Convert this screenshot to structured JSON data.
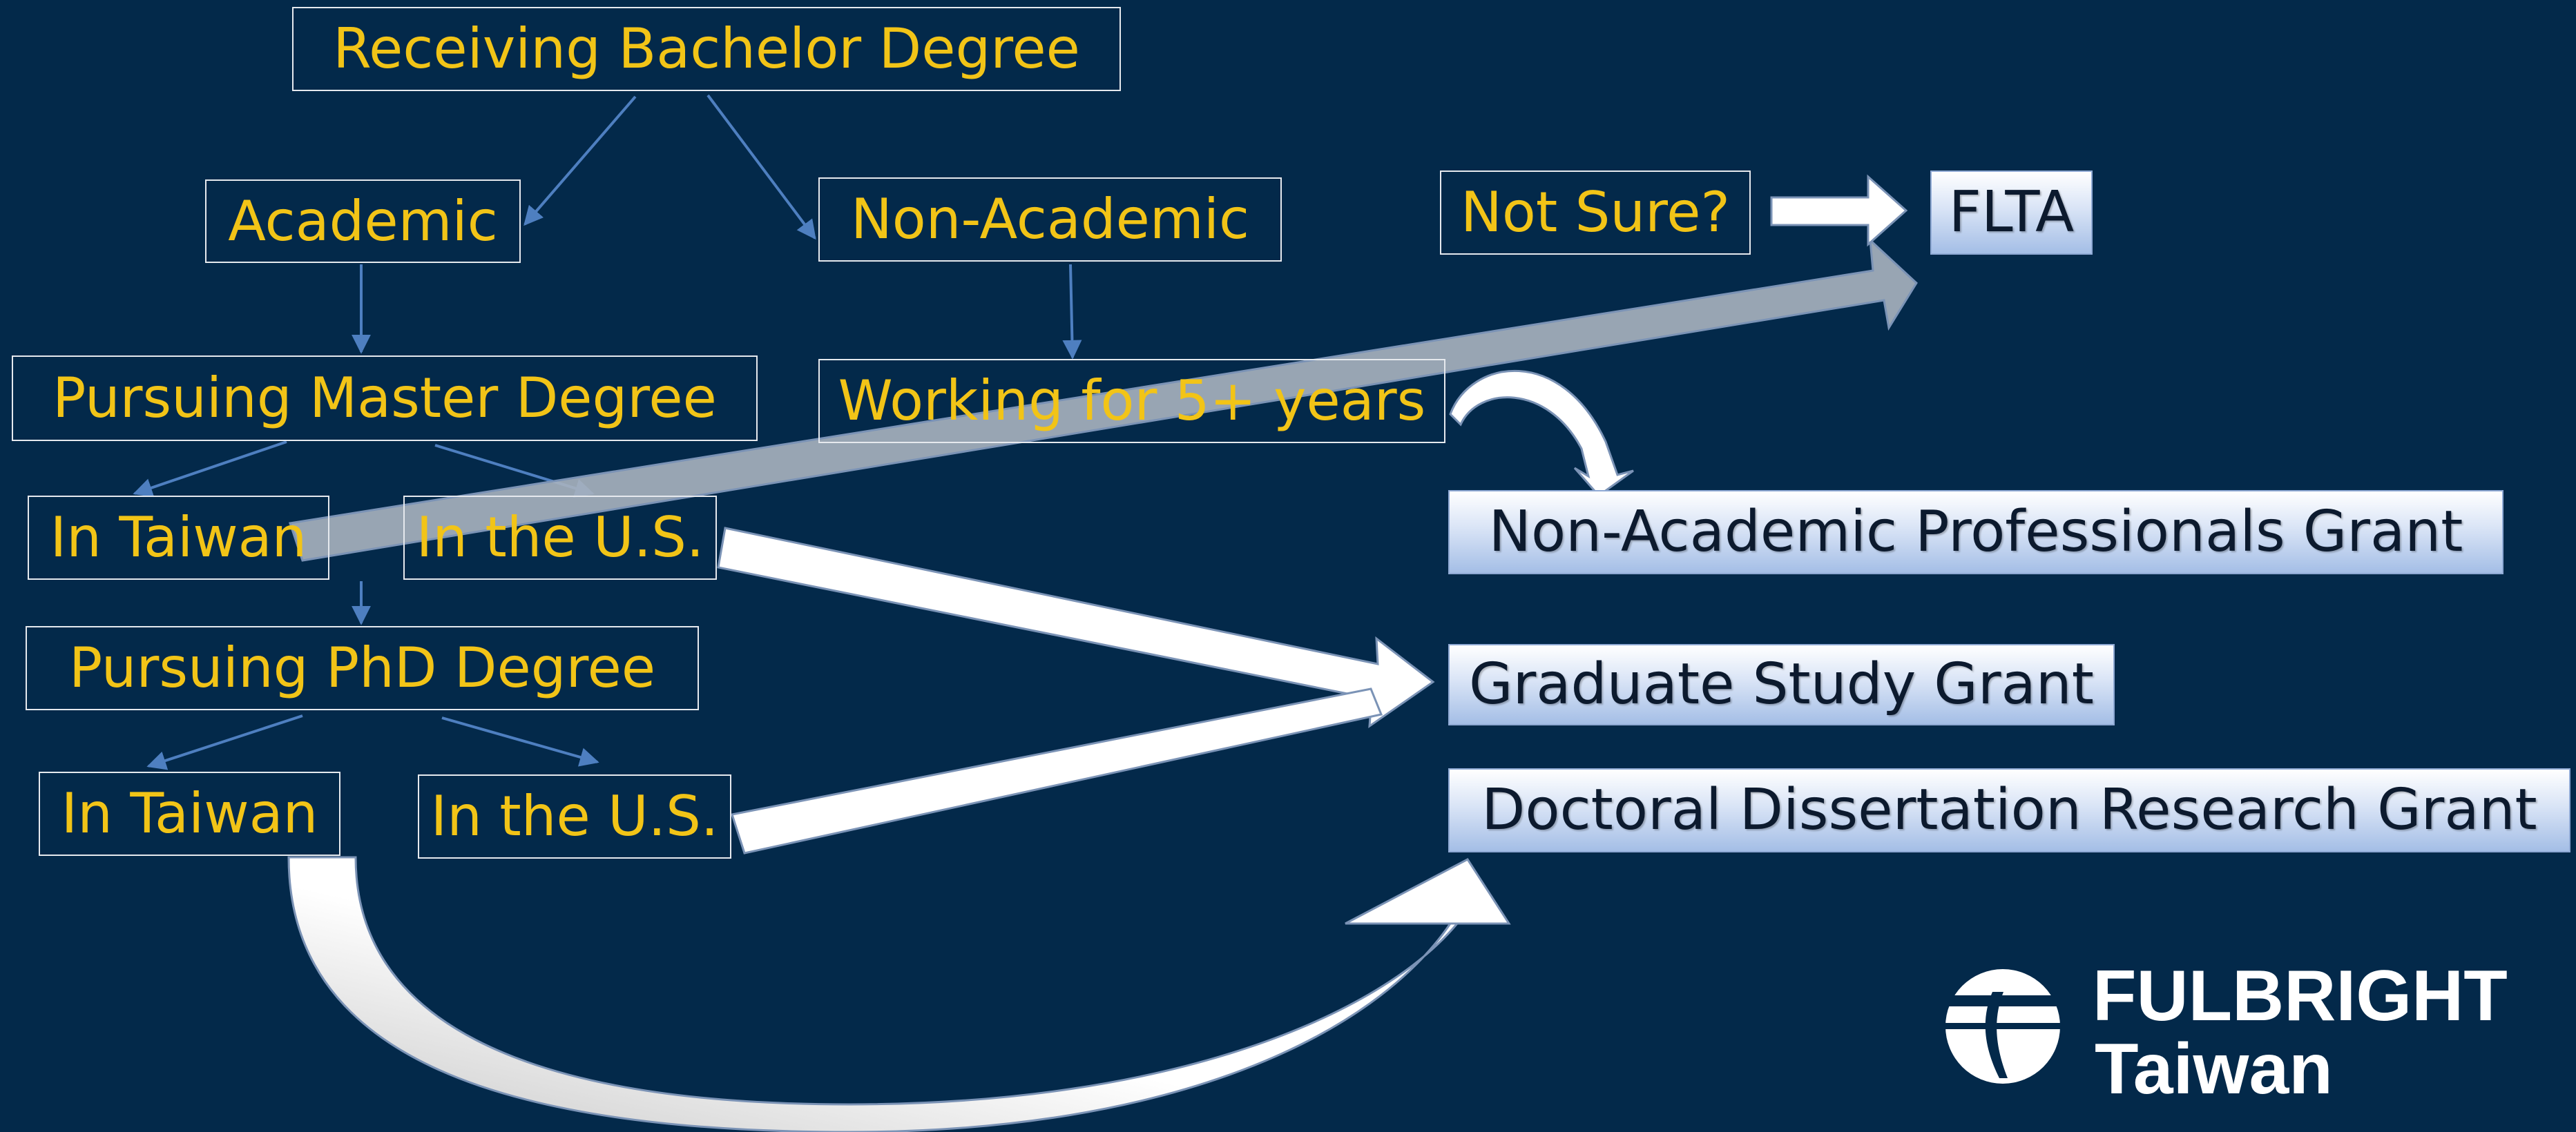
{
  "nodes": {
    "bachelor": "Receiving Bachelor Degree",
    "academic": "Academic",
    "non_academic": "Non-Academic",
    "master": "Pursuing Master Degree",
    "working": "Working for 5+ years",
    "master_taiwan": "In Taiwan",
    "master_us": "In the U.S.",
    "phd": "Pursuing PhD Degree",
    "phd_taiwan": "In Taiwan",
    "phd_us": "In the U.S.",
    "not_sure": "Not Sure?"
  },
  "grants": {
    "flta": "FLTA",
    "non_academic": "Non-Academic Professionals Grant",
    "graduate": "Graduate Study Grant",
    "doctoral": "Doctoral Dissertation Research Grant"
  },
  "logo": {
    "line1": "FULBRIGHT",
    "line2": "Taiwan"
  },
  "colors": {
    "background": "#03294a",
    "node_text": "#f2c417",
    "connector": "#4e7fc0",
    "grant_fill": "#c6d6f1",
    "fat_arrow_white": "#ffffff",
    "fat_arrow_gray": "#a9b3bf"
  }
}
